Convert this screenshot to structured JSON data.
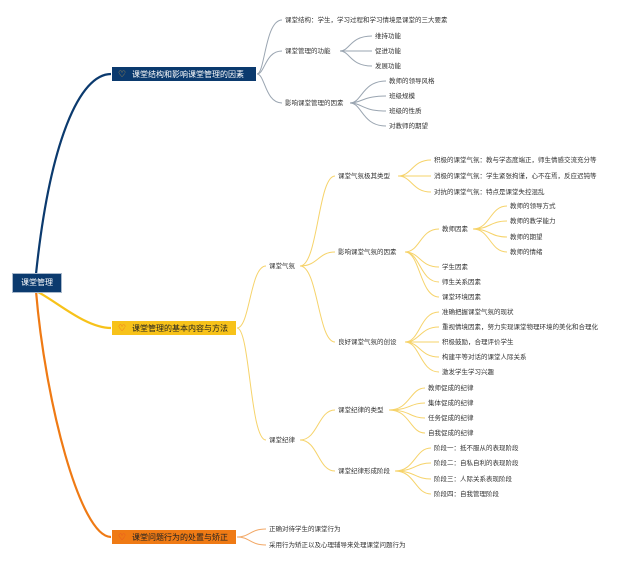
{
  "root": "课堂管理",
  "branch1": {
    "title": "课堂结构和影响课堂管理的因素",
    "structure": "课堂结构：学生，学习过程和学习情境是课堂的三大要素",
    "functions": {
      "label": "课堂管理的功能",
      "items": [
        "维持功能",
        "促进功能",
        "发展功能"
      ]
    },
    "factors": {
      "label": "影响课堂管理的因素",
      "items": [
        "教师的领导风格",
        "班级规模",
        "班级的性质",
        "对教师的期望"
      ]
    }
  },
  "branch2": {
    "title": "课堂管理的基本内容与方法",
    "climate": {
      "label": "课堂气氛",
      "types": {
        "label": "课堂气氛极其类型",
        "items": [
          "积极的课堂气氛：教与学态度端正，师生情感交流充分等",
          "消极的课堂气氛：学生紧张拘谨，心不在焉，反应迟钝等",
          "对抗的课堂气氛：特点是课堂失控混乱"
        ]
      },
      "factors": {
        "label": "影响课堂气氛的因素",
        "teacher": {
          "label": "教师因素",
          "items": [
            "教师的领导方式",
            "教师的教学能力",
            "教师的期望",
            "教师的情绪"
          ]
        },
        "others": [
          "学生因素",
          "师生关系因素",
          "课堂环境因素"
        ]
      },
      "create": {
        "label": "良好课堂气氛的创设",
        "items": [
          "准确把握课堂气氛的现状",
          "重视情境因素，努力实现课堂物理环境的美化和合理化",
          "积极鼓励，合理评价学生",
          "构建平等对话的课堂人际关系",
          "激发学生学习兴趣"
        ]
      }
    },
    "discipline": {
      "label": "课堂纪律",
      "types": {
        "label": "课堂纪律的类型",
        "items": [
          "教师促成的纪律",
          "集体促成的纪律",
          "任务促成的纪律",
          "自我促成的纪律"
        ]
      },
      "stages": {
        "label": "课堂纪律形成阶段",
        "items": [
          "阶段一：抵不服从的表现阶段",
          "阶段二：自私自利的表现阶段",
          "阶段三：人际关系表现阶段",
          "阶段四：自我管理阶段"
        ]
      }
    }
  },
  "branch3": {
    "title": "课堂问题行为的处置与矫正",
    "items": [
      "正确对待学生的课堂行为",
      "采用行为矫正以及心理辅导来处理课堂问题行为"
    ]
  },
  "colors": {
    "branch1": "#0b3a6e",
    "branch2": "#f7c21a",
    "branch3": "#ef7a14",
    "connector": "#f6d36a"
  }
}
